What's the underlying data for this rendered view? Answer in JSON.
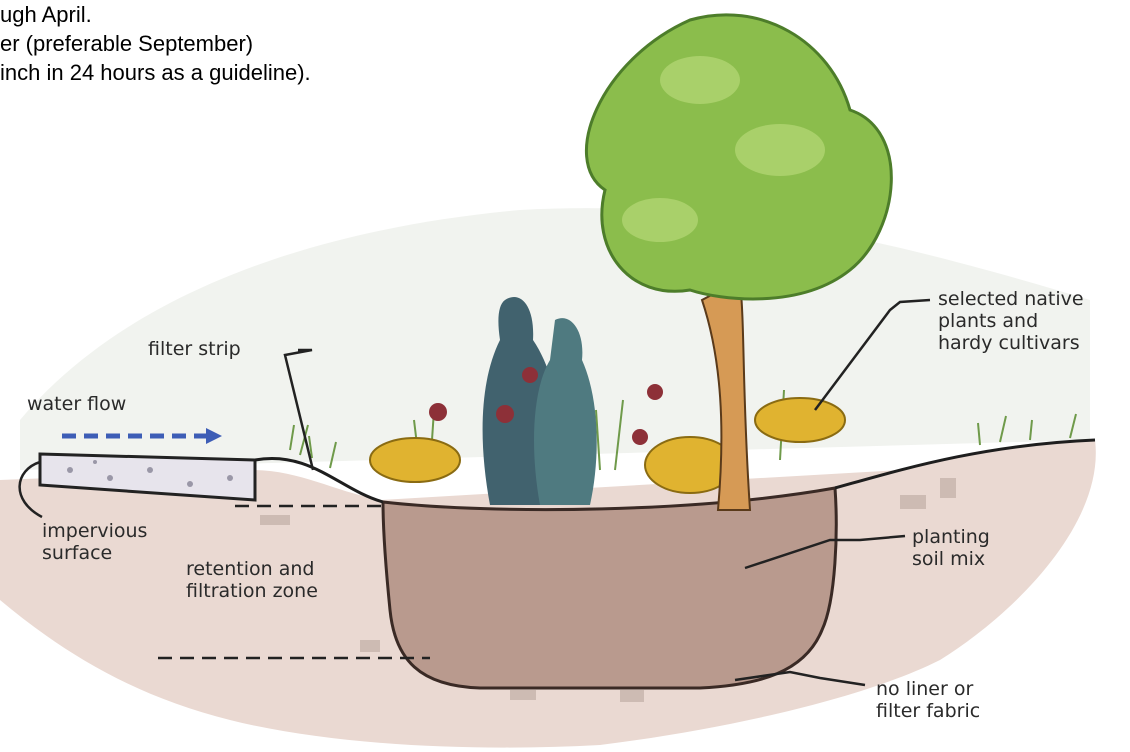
{
  "header_text": {
    "line1": "ugh April.",
    "line2": "er (preferable September)",
    "line3": "inch in 24 hours as a guideline)."
  },
  "diagram": {
    "labels": {
      "selected_native_l1": "selected native",
      "selected_native_l2": "plants and",
      "selected_native_l3": "hardy cultivars",
      "filter_strip": "filter strip",
      "water_flow": "water flow",
      "impervious_l1": "impervious",
      "impervious_l2": "surface",
      "retention_l1": "retention and",
      "retention_l2": "filtration zone",
      "planting_l1": "planting",
      "planting_l2": "soil mix",
      "no_liner_l1": "no liner or",
      "no_liner_l2": "filter fabric"
    }
  }
}
